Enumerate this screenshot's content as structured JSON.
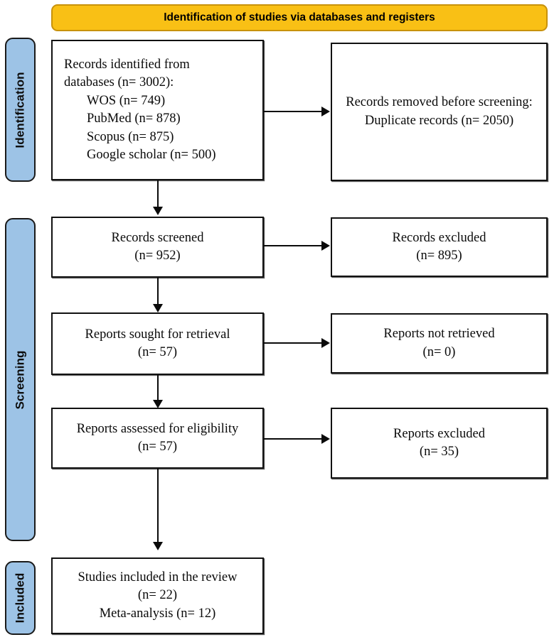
{
  "banner": {
    "title": "Identification of studies via databases and registers"
  },
  "phases": [
    {
      "name": "identification",
      "label": "Identification"
    },
    {
      "name": "screening",
      "label": "Screening"
    },
    {
      "name": "included",
      "label": "Included"
    }
  ],
  "nodes": {
    "records_identified": {
      "lines": [
        "Records identified from",
        "databases (n= 3002):",
        "WOS (n= 749)",
        "PubMed (n= 878)",
        "Scopus (n= 875)",
        "Google scholar (n= 500)"
      ],
      "indent_from": 2
    },
    "records_removed": {
      "lines": [
        "Records removed before screening:",
        "Duplicate records (n= 2050)"
      ]
    },
    "records_screened": {
      "lines": [
        "Records screened",
        "(n= 952)"
      ]
    },
    "records_excluded": {
      "lines": [
        "Records excluded",
        "(n= 895)"
      ]
    },
    "reports_sought": {
      "lines": [
        "Reports sought for retrieval",
        "(n= 57)"
      ]
    },
    "reports_not_retrieved": {
      "lines": [
        "Reports not retrieved",
        "(n= 0)"
      ]
    },
    "reports_assessed": {
      "lines": [
        "Reports assessed for eligibility",
        "(n= 57)"
      ]
    },
    "reports_excluded": {
      "lines": [
        "Reports excluded",
        "(n= 35)"
      ]
    },
    "studies_included": {
      "lines": [
        "Studies included in the review",
        "(n= 22)",
        "Meta-analysis (n= 12)"
      ]
    }
  },
  "colors": {
    "banner_fill": "#f9c015",
    "banner_border": "#c8920c",
    "phase_fill": "#9dc3e6",
    "phase_border": "#1a1a1a",
    "node_border": "#111111",
    "connector": "#0a0a0a",
    "page_background": "#ffffff"
  }
}
